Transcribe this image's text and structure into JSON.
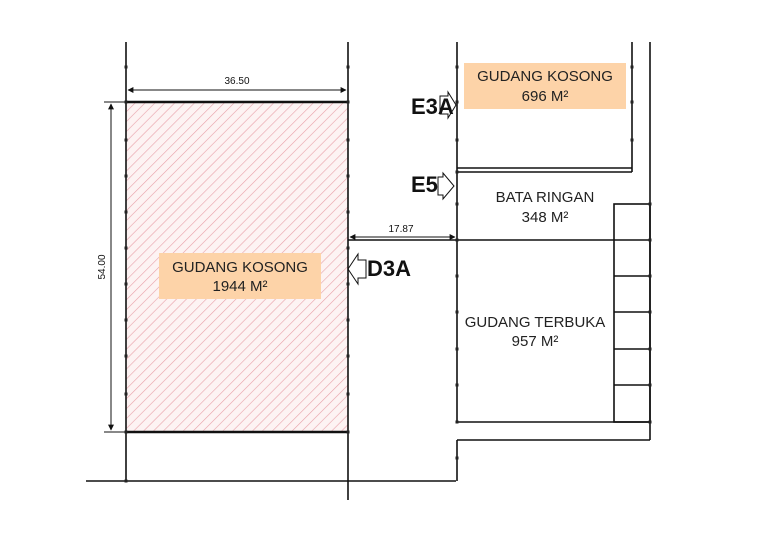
{
  "rooms": {
    "main_warehouse": {
      "name": "GUDANG KOSONG",
      "area": "1944 M²"
    },
    "top_right_warehouse": {
      "name": "GUDANG KOSONG",
      "area": "696 M²"
    },
    "bata_ringan": {
      "name": "BATA RINGAN",
      "area": "348 M²"
    },
    "open_warehouse": {
      "name": "GUDANG TERBUKA",
      "area": "957 M²"
    }
  },
  "dimensions": {
    "width": "36.50",
    "height": "54.00",
    "gap": "17.87"
  },
  "entrances": {
    "e3a": "E3A",
    "e5": "E5",
    "d3a": "D3A"
  },
  "colors": {
    "label_fill": "#fdd3a8",
    "hatch": "#e8a0a8",
    "hatch_bg": "#fdf3f3",
    "line": "#111111"
  }
}
